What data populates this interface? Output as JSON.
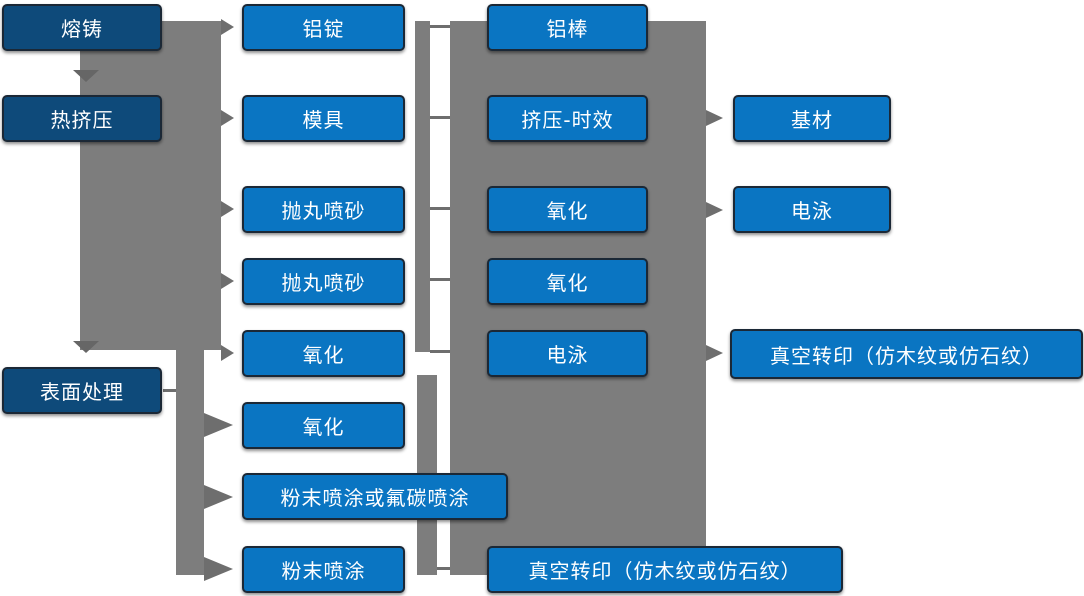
{
  "diagram": {
    "kind": "process-flowchart",
    "language": "zh-CN",
    "colors": {
      "stage_box_fill": "#0e4a7a",
      "process_box_fill": "#0a75c2",
      "box_border": "#1b2836",
      "box_text": "#ffffff",
      "connector_gray": "#7d7d7d",
      "arrow_gray": "#6e6e6e",
      "background": "#ffffff"
    },
    "stages": [
      "熔铸",
      "热挤压",
      "表面处理"
    ],
    "nodes": [
      {
        "label": "熔铸"
      },
      {
        "label": "热挤压"
      },
      {
        "label": "表面处理"
      },
      {
        "label": "铝锭"
      },
      {
        "label": "模具"
      },
      {
        "label": "抛丸喷砂"
      },
      {
        "label": "抛丸喷砂"
      },
      {
        "label": "氧化"
      },
      {
        "label": "氧化"
      },
      {
        "label": "粉末喷涂或氟碳喷涂"
      },
      {
        "label": "粉末喷涂"
      },
      {
        "label": "铝棒"
      },
      {
        "label": "挤压-时效"
      },
      {
        "label": "氧化"
      },
      {
        "label": "氧化"
      },
      {
        "label": "电泳"
      },
      {
        "label": "真空转印（仿木纹或仿石纹）"
      },
      {
        "label": "基材"
      },
      {
        "label": "电泳"
      },
      {
        "label": "真空转印（仿木纹或仿石纹）"
      }
    ]
  }
}
